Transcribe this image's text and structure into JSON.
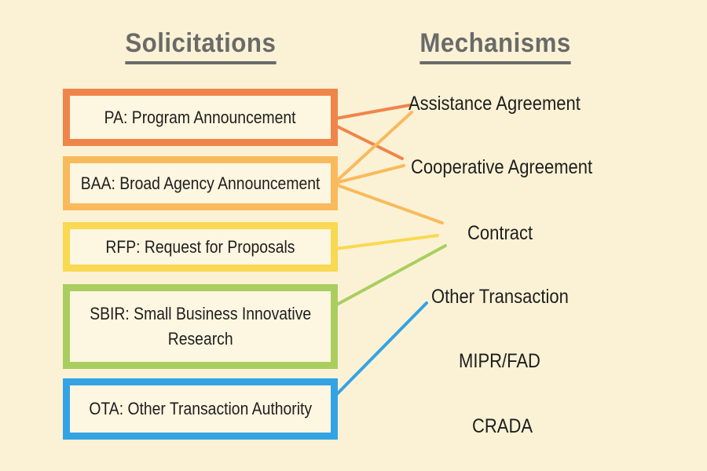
{
  "palette": {
    "background": "#FBF2D5",
    "box_fill": "#FDF6E0",
    "heading_color": "#6A6A6A",
    "text_color": "#1E1E1E",
    "orange": "#F0854B",
    "amber": "#F9BA5D",
    "yellow": "#F8D951",
    "green": "#A9CE5F",
    "blue": "#34A3E4"
  },
  "headings": {
    "left": "Solicitations",
    "right": "Mechanisms"
  },
  "solicitations": [
    {
      "id": "pa",
      "label": "PA: Program Announcement",
      "color": "#F0854B"
    },
    {
      "id": "baa",
      "label": "BAA: Broad Agency Announcement",
      "color": "#F9BA5D"
    },
    {
      "id": "rfp",
      "label": "RFP: Request for Proposals",
      "color": "#F8D951"
    },
    {
      "id": "sbir",
      "label": "SBIR: Small Business Innovative\nResearch",
      "color": "#A9CE5F"
    },
    {
      "id": "ota",
      "label": "OTA: Other Transaction Authority",
      "color": "#34A3E4"
    }
  ],
  "mechanisms": [
    {
      "id": "assistance",
      "label": "Assistance Agreement"
    },
    {
      "id": "cooperative",
      "label": "Cooperative Agreement"
    },
    {
      "id": "contract",
      "label": "Contract"
    },
    {
      "id": "other-transaction",
      "label": "Other Transaction"
    },
    {
      "id": "mipr-fad",
      "label": "MIPR/FAD"
    },
    {
      "id": "crada",
      "label": "CRADA"
    }
  ],
  "connections": [
    {
      "from": "PA: Program Announcement",
      "to": "Assistance Agreement",
      "color": "#F0854B"
    },
    {
      "from": "PA: Program Announcement",
      "to": "Cooperative Agreement",
      "color": "#F0854B"
    },
    {
      "from": "BAA: Broad Agency Announcement",
      "to": "Assistance Agreement",
      "color": "#F9BA5D"
    },
    {
      "from": "BAA: Broad Agency Announcement",
      "to": "Cooperative Agreement",
      "color": "#F9BA5D"
    },
    {
      "from": "BAA: Broad Agency Announcement",
      "to": "Contract",
      "color": "#F9BA5D"
    },
    {
      "from": "RFP: Request for Proposals",
      "to": "Contract",
      "color": "#F8D951"
    },
    {
      "from": "SBIR: Small Business Innovative Research",
      "to": "Contract",
      "color": "#A9CE5F"
    },
    {
      "from": "OTA: Other Transaction Authority",
      "to": "Other Transaction",
      "color": "#34A3E4"
    }
  ]
}
